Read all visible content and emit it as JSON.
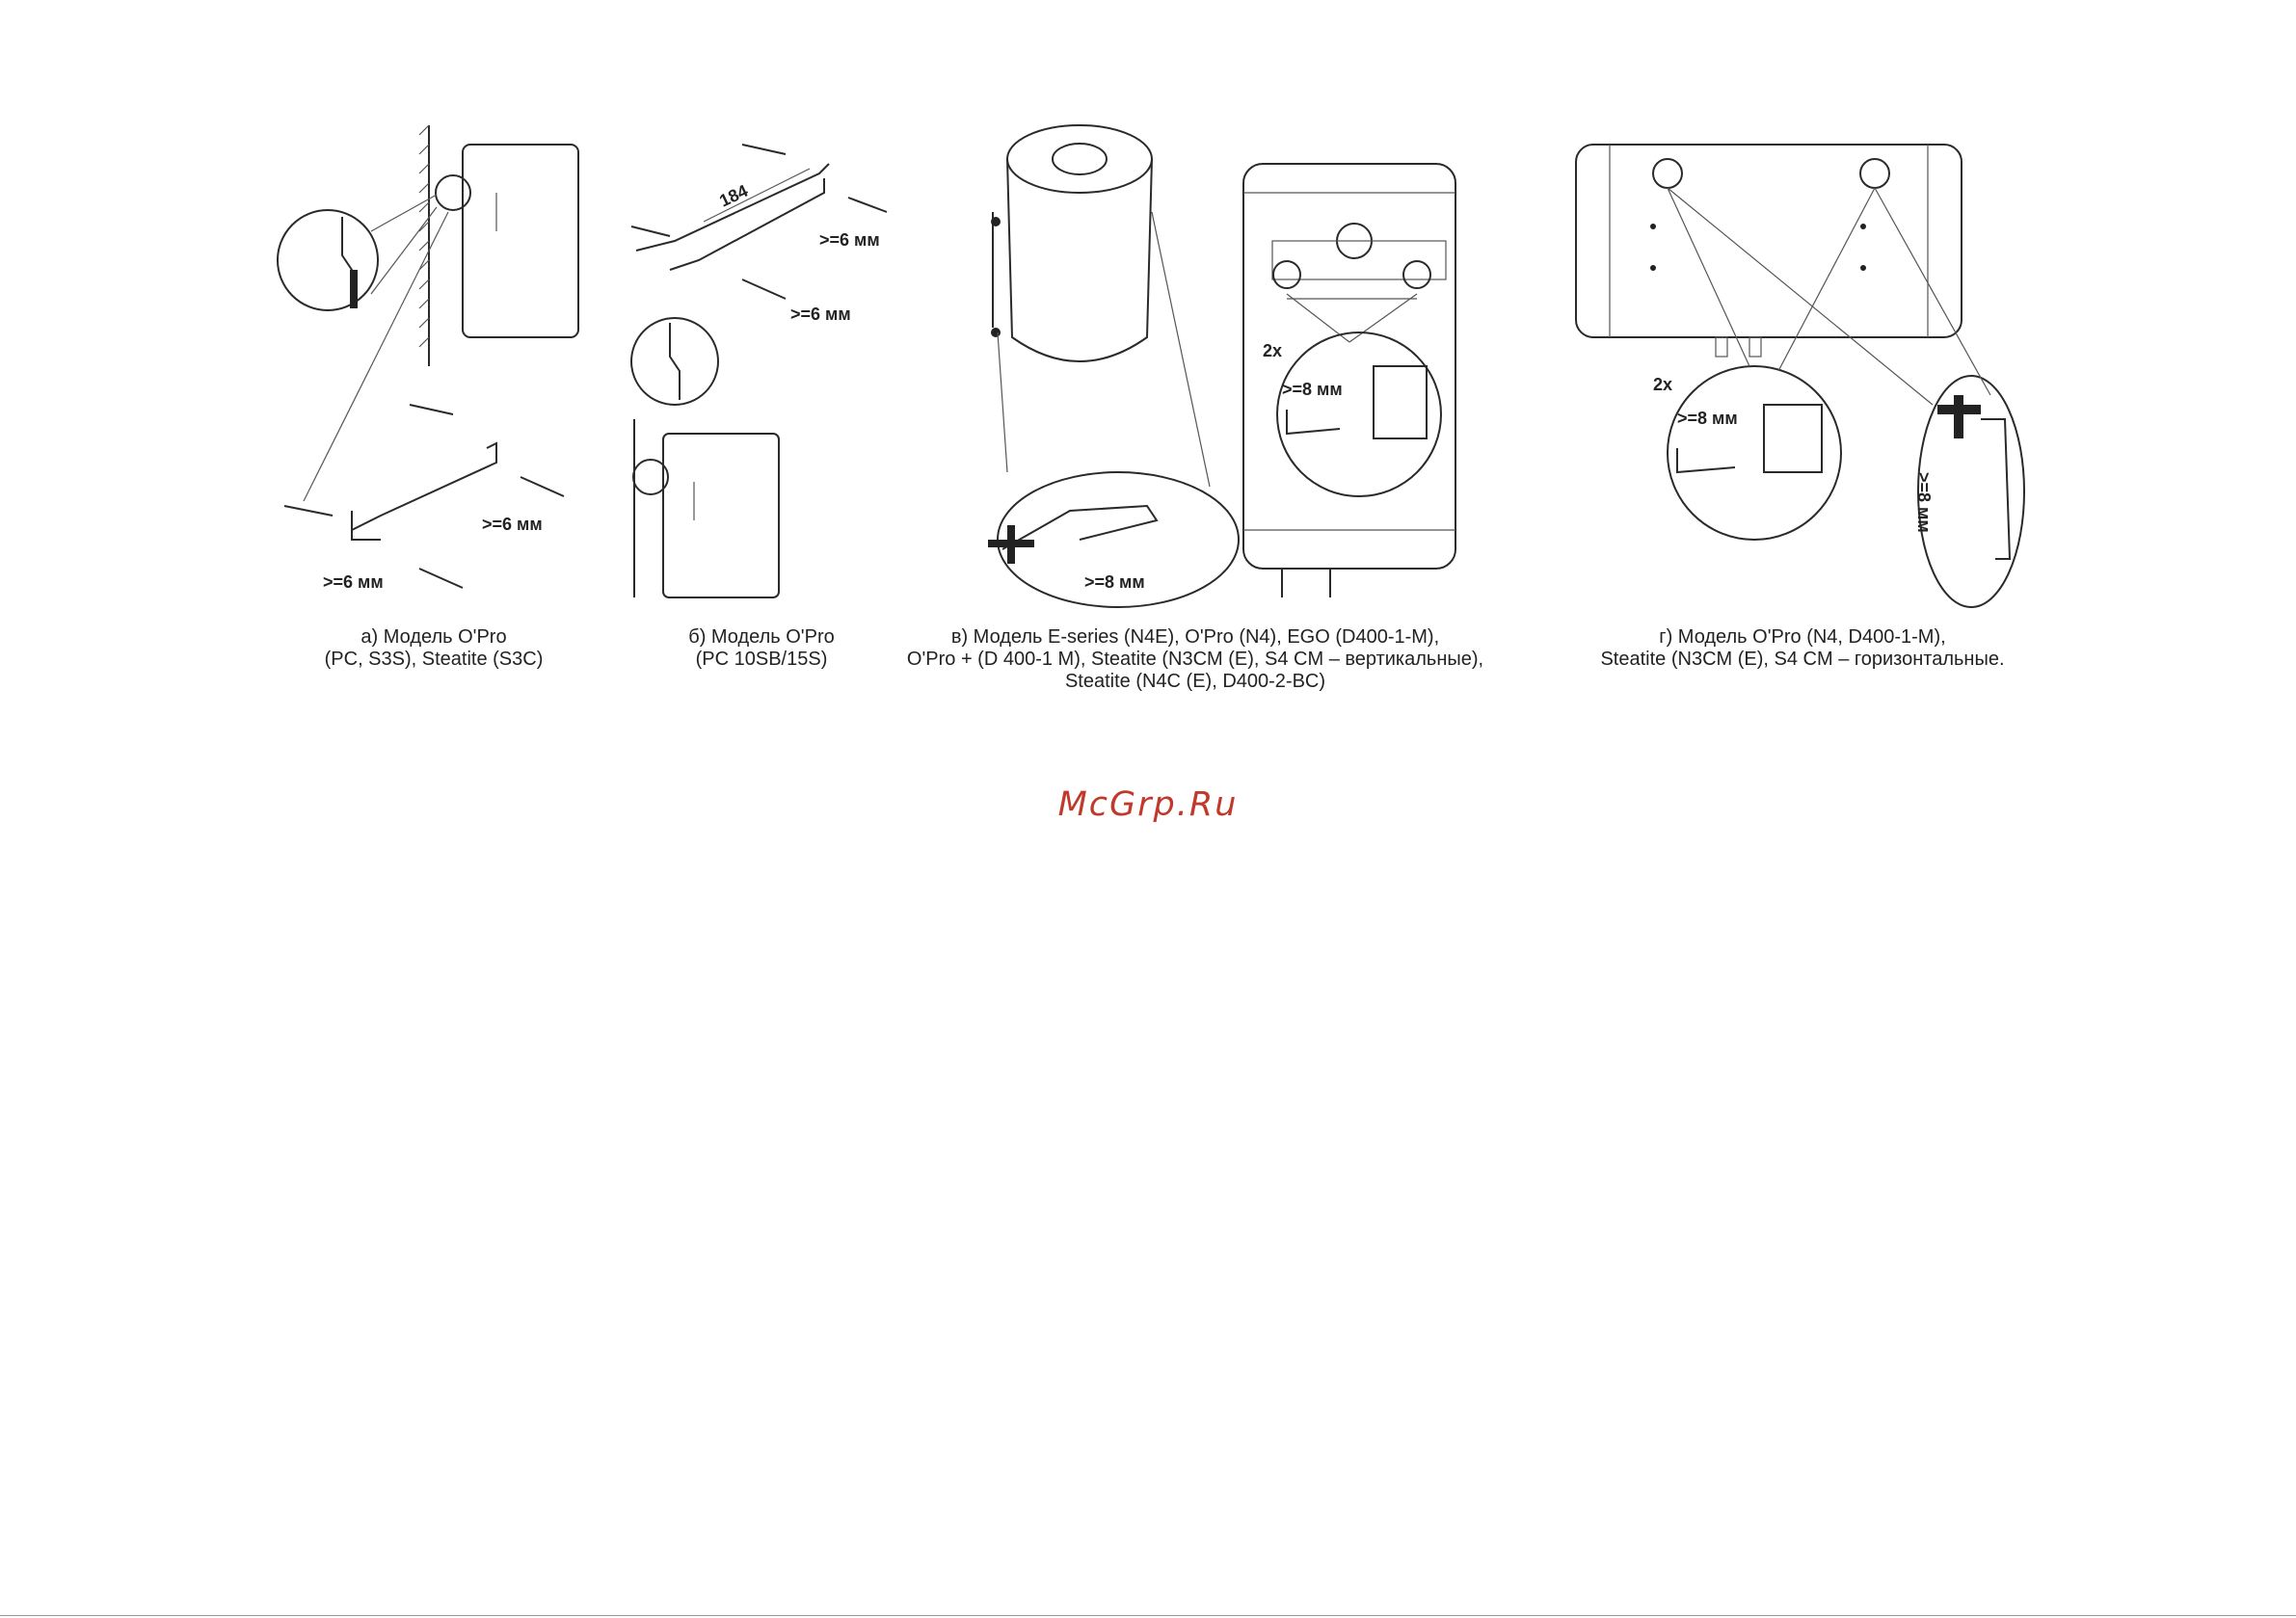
{
  "panels": [
    {
      "caption_lines": [
        "а) Модель O'Pro",
        "(PC, S3S), Steatite (S3C)"
      ],
      "dims": [
        ">=6 мм",
        ">=6 мм"
      ]
    },
    {
      "caption_lines": [
        "б) Модель O'Pro",
        "(PC 10SB/15S)"
      ],
      "dims": [
        "184",
        ">=6 мм",
        ">=6 мм"
      ]
    },
    {
      "caption_lines": [
        "в) Модель E-series (N4E), O'Pro (N4), EGO (D400-1-M),",
        "O'Pro + (D 400-1 M), Steatite (N3CM (E), S4 CM – вертикальные),",
        "Steatite (N4C (E), D400-2-BC)"
      ],
      "dims": [
        ">=8 мм",
        "2x",
        ">=8 мм"
      ]
    },
    {
      "caption_lines": [
        "г) Модель O'Pro (N4, D400-1-M),",
        "Steatite (N3CM (E), S4 CM – горизонтальные."
      ],
      "dims": [
        "2x",
        ">=8 мм",
        ">=8 мм"
      ]
    }
  ],
  "watermark": "McGrp.Ru",
  "colors": {
    "watermark": "#c0392b",
    "ink": "#2a2a2a"
  }
}
